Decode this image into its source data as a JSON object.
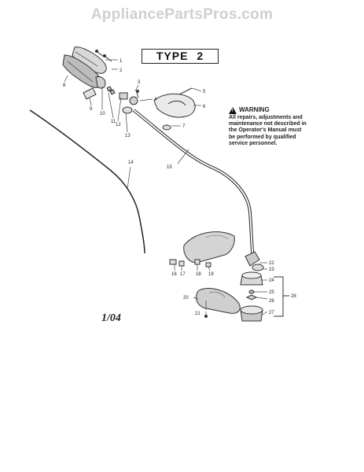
{
  "watermark": "AppliancePartsPros.com",
  "type_label": "TYPE   2",
  "warning": {
    "title": "WARNING",
    "lines": [
      "All repairs, adjustments and",
      "maintenance not described in",
      "the Operator's Manual must",
      "be performed by qualified",
      "service personnel."
    ]
  },
  "date_code": "1/04",
  "callouts": [
    "1",
    "2",
    "3",
    "4",
    "5",
    "6",
    "7",
    "8",
    "9",
    "10",
    "11",
    "12",
    "13",
    "14",
    "15",
    "16",
    "17",
    "18",
    "19",
    "20",
    "21",
    "22",
    "23",
    "24",
    "25",
    "26",
    "27",
    "28"
  ]
}
